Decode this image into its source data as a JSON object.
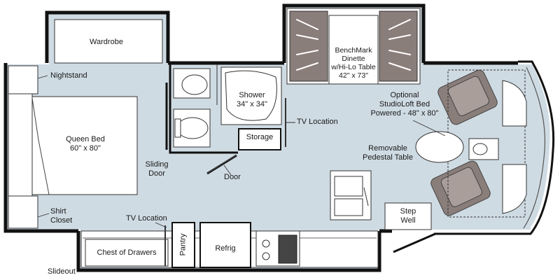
{
  "floorplan": {
    "colors": {
      "interior": "#cfdbe3",
      "wall": "#111111",
      "furniture": "#ffffff",
      "seat": "#8a7e7a",
      "seat_dark": "#5a4f4c",
      "line": "#333333"
    },
    "labels": {
      "wardrobe": "Wardrobe",
      "nightstand": "Nightstand",
      "queen_bed": "Queen Bed\n60\" x 80\"",
      "shirt_closet": "Shirt\nCloset",
      "sliding_door": "Sliding\nDoor",
      "shower": "Shower\n34\" x 34\"",
      "storage": "Storage",
      "door": "Door",
      "tv_location_bath": "TV Location",
      "tv_location_bed": "TV Location",
      "dinette": "BenchMark\nDinette\nw/Hi-Lo Table\n42\" x 73\"",
      "studioloft": "Optional\nStudioLoft Bed\nPowered - 48\" x 80\"",
      "pedestal_table": "Removable\nPedestal Table",
      "step_well": "Step\nWell",
      "chest_of_drawers": "Chest of Drawers",
      "pantry": "Pantry",
      "refrig": "Refrig",
      "slideout": "Slideout"
    }
  }
}
